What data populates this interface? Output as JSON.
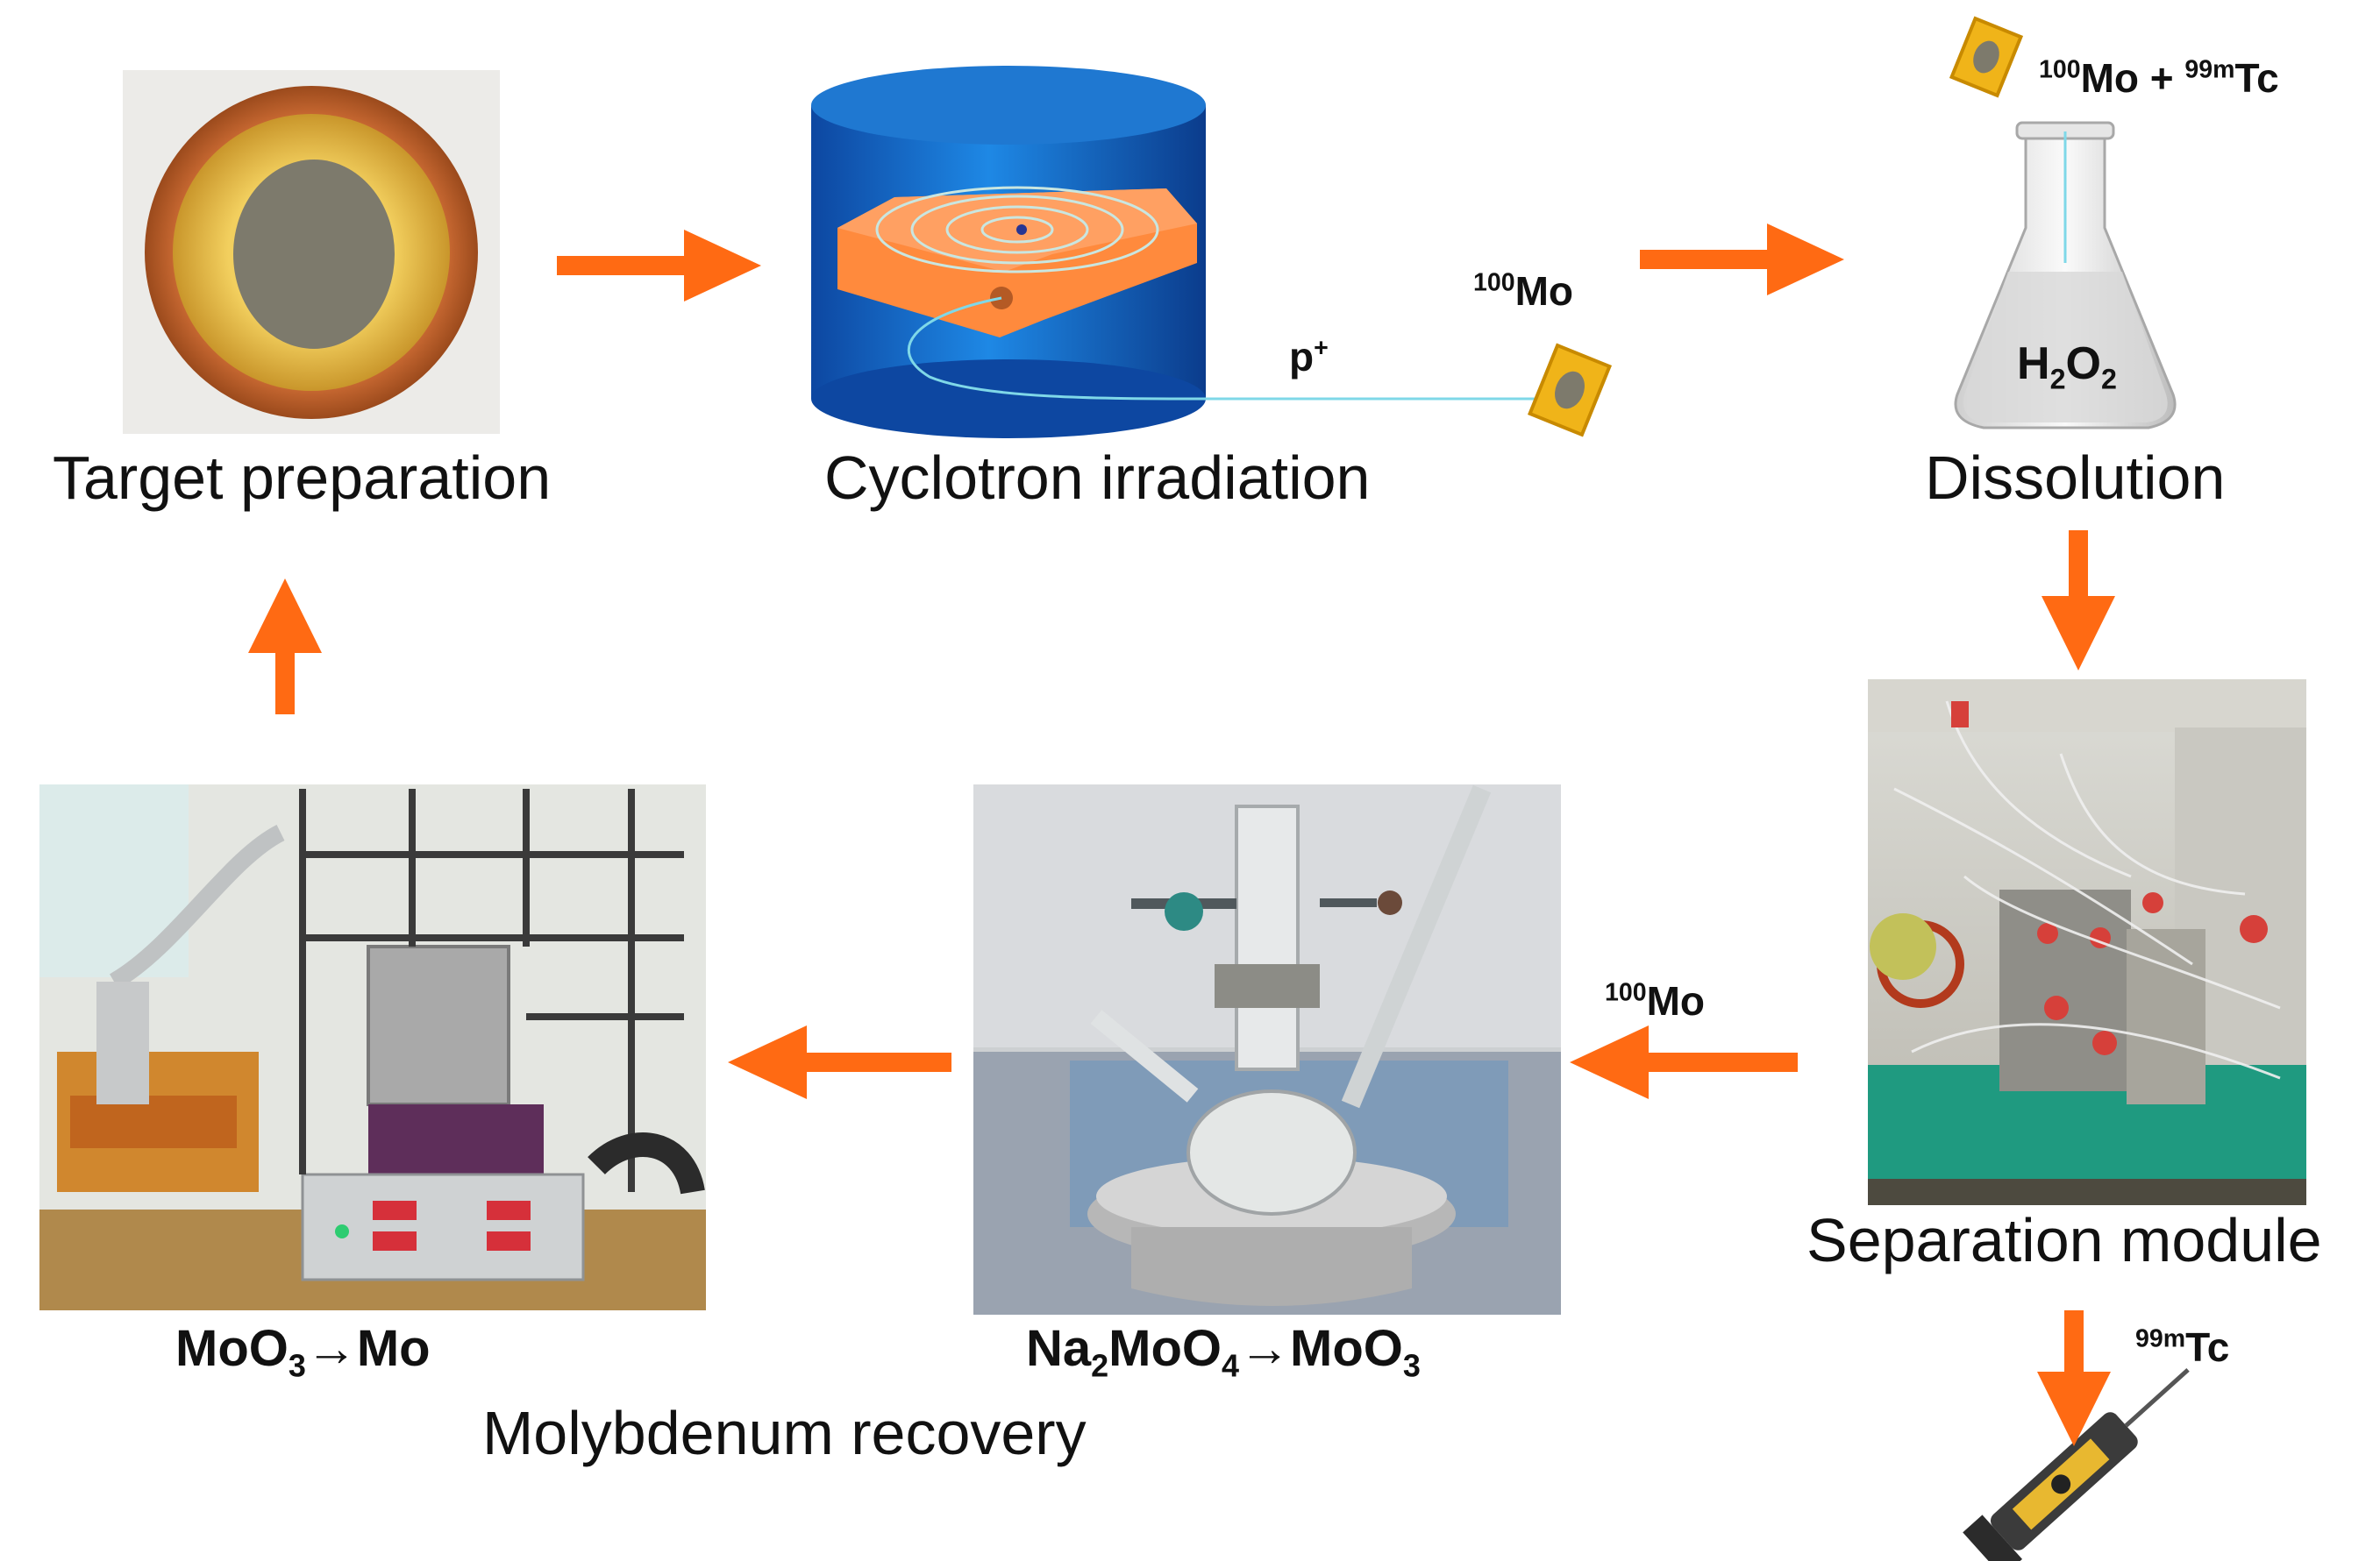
{
  "steps": {
    "target_preparation": "Target preparation",
    "cyclotron_irradiation": "Cyclotron irradiation",
    "dissolution": "Dissolution",
    "separation_module": "Separation module",
    "molybdenum_recovery": "Molybdenum recovery"
  },
  "labels": {
    "proton": {
      "base": "p",
      "sup": "+"
    },
    "mo100_target": {
      "sup": "100",
      "base": "Mo"
    },
    "mo_tc_mixture": {
      "sup1": "100",
      "base1": "Mo + ",
      "sup2": "99m",
      "base2": "Tc"
    },
    "h2o2": {
      "a": "H",
      "s1": "2",
      "b": "O",
      "s2": "2"
    },
    "mo100_recovered": {
      "sup": "100",
      "base": "Mo"
    },
    "tc99m_product": {
      "sup": "99m",
      "base": "Tc"
    },
    "moo3_to_mo": {
      "a": "MoO",
      "s1": "3",
      "b": "→Mo"
    },
    "na2moo4_to_moo3": {
      "a": "Na",
      "s1": "2",
      "b": "MoO",
      "s2": "4",
      "c": "→MoO",
      "s3": "3"
    }
  },
  "colors": {
    "arrow": "#ff6a13",
    "target_gold": "#e8b84a",
    "target_copper": "#c8652a",
    "cyclotron_blue": "#1565c0",
    "dee_orange": "#ff8a3d",
    "beam": "#7fd8e8"
  }
}
